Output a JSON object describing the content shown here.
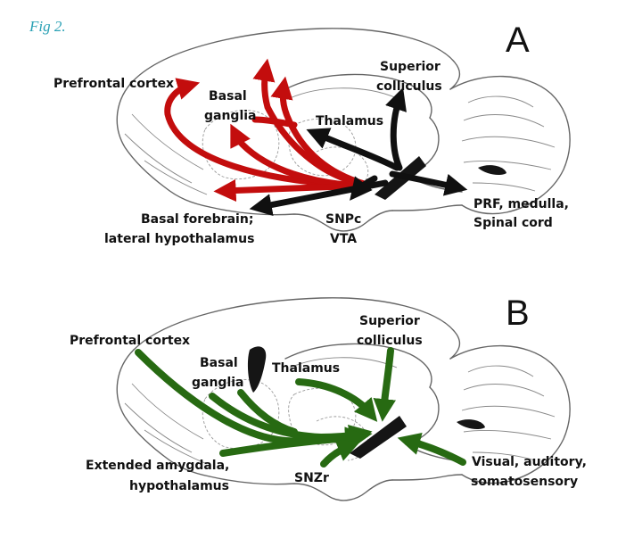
{
  "caption": "Fig 2.",
  "panelA": {
    "letter": "A",
    "labels": {
      "prefrontal": "Prefrontal cortex",
      "basal1": "Basal",
      "basal2": "ganglia",
      "superior1": "Superior",
      "superior2": "colliculus",
      "thalamus": "Thalamus",
      "forebrain1": "Basal forebrain;",
      "forebrain2": "lateral hypothalamus",
      "snpc1": "SNPc",
      "snpc2": "VTA",
      "prf1": "PRF, medulla,",
      "prf2": "Spinal cord"
    },
    "colors": {
      "dopamine": "#c30d0d",
      "output": "#101010"
    }
  },
  "panelB": {
    "letter": "B",
    "labels": {
      "prefrontal": "Prefrontal cortex",
      "basal1": "Basal",
      "basal2": "ganglia",
      "superior1": "Superior",
      "superior2": "colliculus",
      "thalamus": "Thalamus",
      "amygdala1": "Extended amygdala,",
      "amygdala2": "hypothalamus",
      "snzr": "SNZr",
      "visual1": "Visual, auditory,",
      "visual2": "somatosensory"
    },
    "colors": {
      "input": "#276a12"
    }
  }
}
